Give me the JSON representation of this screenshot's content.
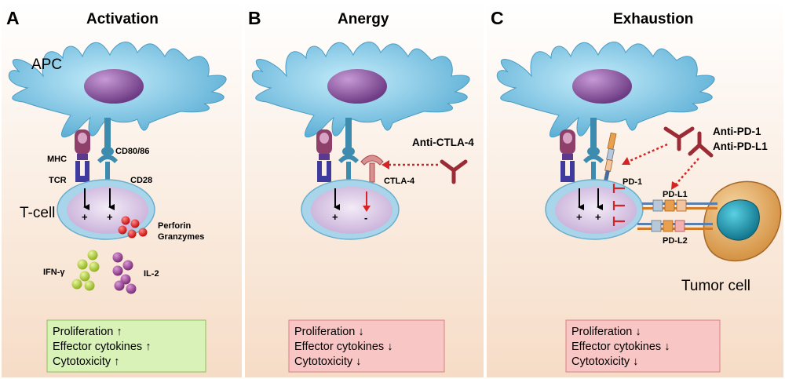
{
  "panels": [
    {
      "letter": "A",
      "title": "Activation",
      "outcomes": [
        "Proliferation ↑",
        "Effector cytokines ↑",
        "Cytotoxicity ↑"
      ],
      "box_color": "#d9f2b8"
    },
    {
      "letter": "B",
      "title": "Anergy",
      "outcomes": [
        "Proliferation ↓",
        "Effector cytokines ↓",
        "Cytotoxicity ↓"
      ],
      "box_color": "#f9c6c6"
    },
    {
      "letter": "C",
      "title": "Exhaustion",
      "outcomes": [
        "Proliferation ↓",
        "Effector cytokines ↓",
        "Cytotoxicity ↓"
      ],
      "box_color": "#f9c6c6"
    }
  ],
  "labels": {
    "apc": "APC",
    "tcell": "T-cell",
    "mhc": "MHC",
    "tcr": "TCR",
    "cd80_86": "CD80/86",
    "cd28": "CD28",
    "perforin": "Perforin",
    "granzymes": "Granzymes",
    "ifn": "IFN-γ",
    "il2": "IL-2",
    "anti_ctla4": "Anti-CTLA-4",
    "ctla4": "CTLA-4",
    "anti_pd1": "Anti-PD-1",
    "anti_pdl1": "Anti-PD-L1",
    "pd1": "PD-1",
    "pdl1": "PD-L1",
    "pdl2": "PD-L2",
    "tumor": "Tumor cell",
    "plus": "+",
    "minus": "-"
  },
  "colors": {
    "panel_top": "#ffffff",
    "panel_bottom": "#f6dcc6",
    "apc_body": "#8fcfe8",
    "apc_nucleus": "#8b5a9a",
    "tcell_membrane": "#a9d5ea",
    "tcell_inner": "#d9c6e4",
    "inhibitory_red": "#d62424",
    "antibody": "#9b2c35",
    "tumor_body": "#e8a95a",
    "tumor_nucleus": "#1a9bb3",
    "perforin_dot": "#e01e1e",
    "ifn_dot": "#b8d43a",
    "il2_dot": "#a2479a"
  }
}
